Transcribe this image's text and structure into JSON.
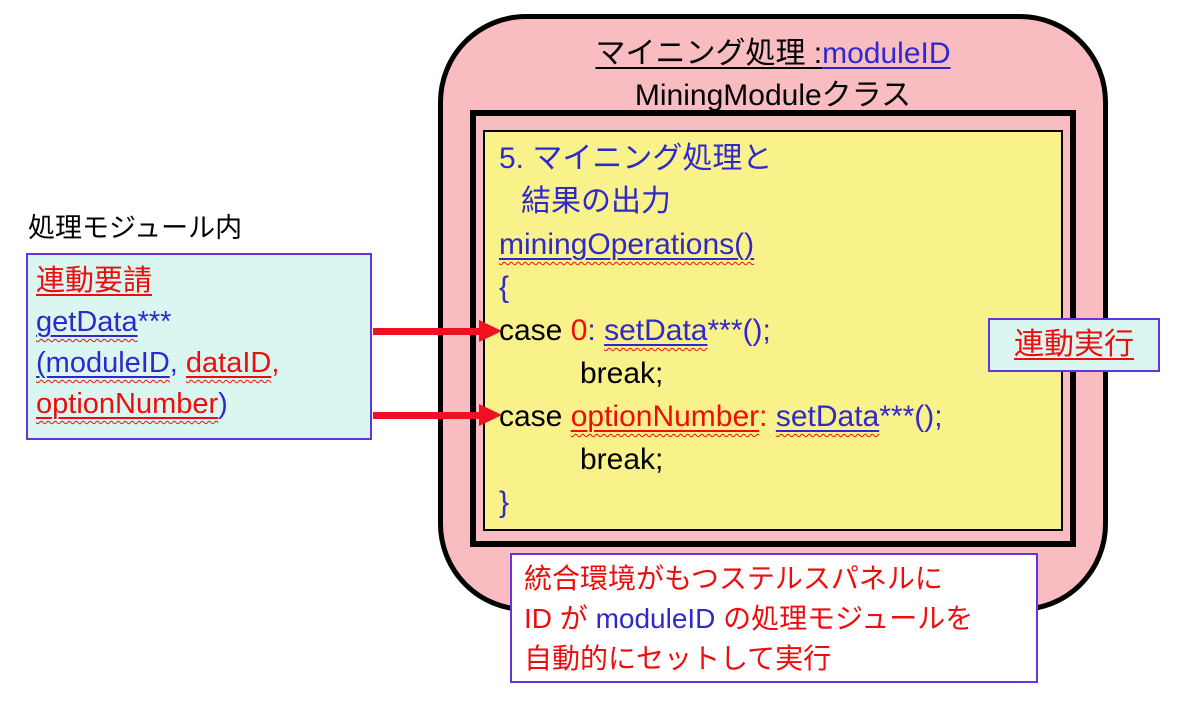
{
  "colors": {
    "container_fill": "#f9bcc1",
    "container_border": "#000000",
    "code_fill": "#f9f28b",
    "callout_fill": "#d9f6f0",
    "callout_border": "#6633dd",
    "note_fill": "#ffffff",
    "text_red": "#ee0d0d",
    "text_blue": "#2f28cc",
    "text_black": "#000000",
    "arrow_red": "#ee1122"
  },
  "module": {
    "title_jp": "マイニング処理 :",
    "title_id": "moduleID",
    "class_name": "MiningModuleクラス"
  },
  "code": {
    "step_line1": "5. マイニング処理と",
    "step_line2": "結果の出力",
    "fn_decl": "miningOperations()",
    "open_brace": "{",
    "case1": {
      "kw": "case ",
      "val": "0",
      "colon": ": ",
      "fn": "setData",
      "rest": "***();"
    },
    "break1": "break;",
    "case2": {
      "kw": "case ",
      "val": "optionNumber",
      "colon": ": ",
      "fn": "setData",
      "rest": "***();"
    },
    "break2": "break;",
    "close_brace": "}"
  },
  "left": {
    "heading": "処理モジュール内",
    "request_title": "連動要請",
    "fn": "getData",
    "fn_suffix": "***",
    "arg1": "(moduleID",
    "comma1": ", ",
    "arg2": "dataID",
    "comma2": ",",
    "arg3": "optionNumber",
    "paren_close": ")"
  },
  "exec": {
    "label": "連動実行"
  },
  "note": {
    "line1": "統合環境がもつステルスパネルに",
    "line2_pre": "ID が ",
    "line2_id": "moduleID",
    "line2_post": " の処理モジュールを",
    "line3": "自動的にセットして実行"
  }
}
